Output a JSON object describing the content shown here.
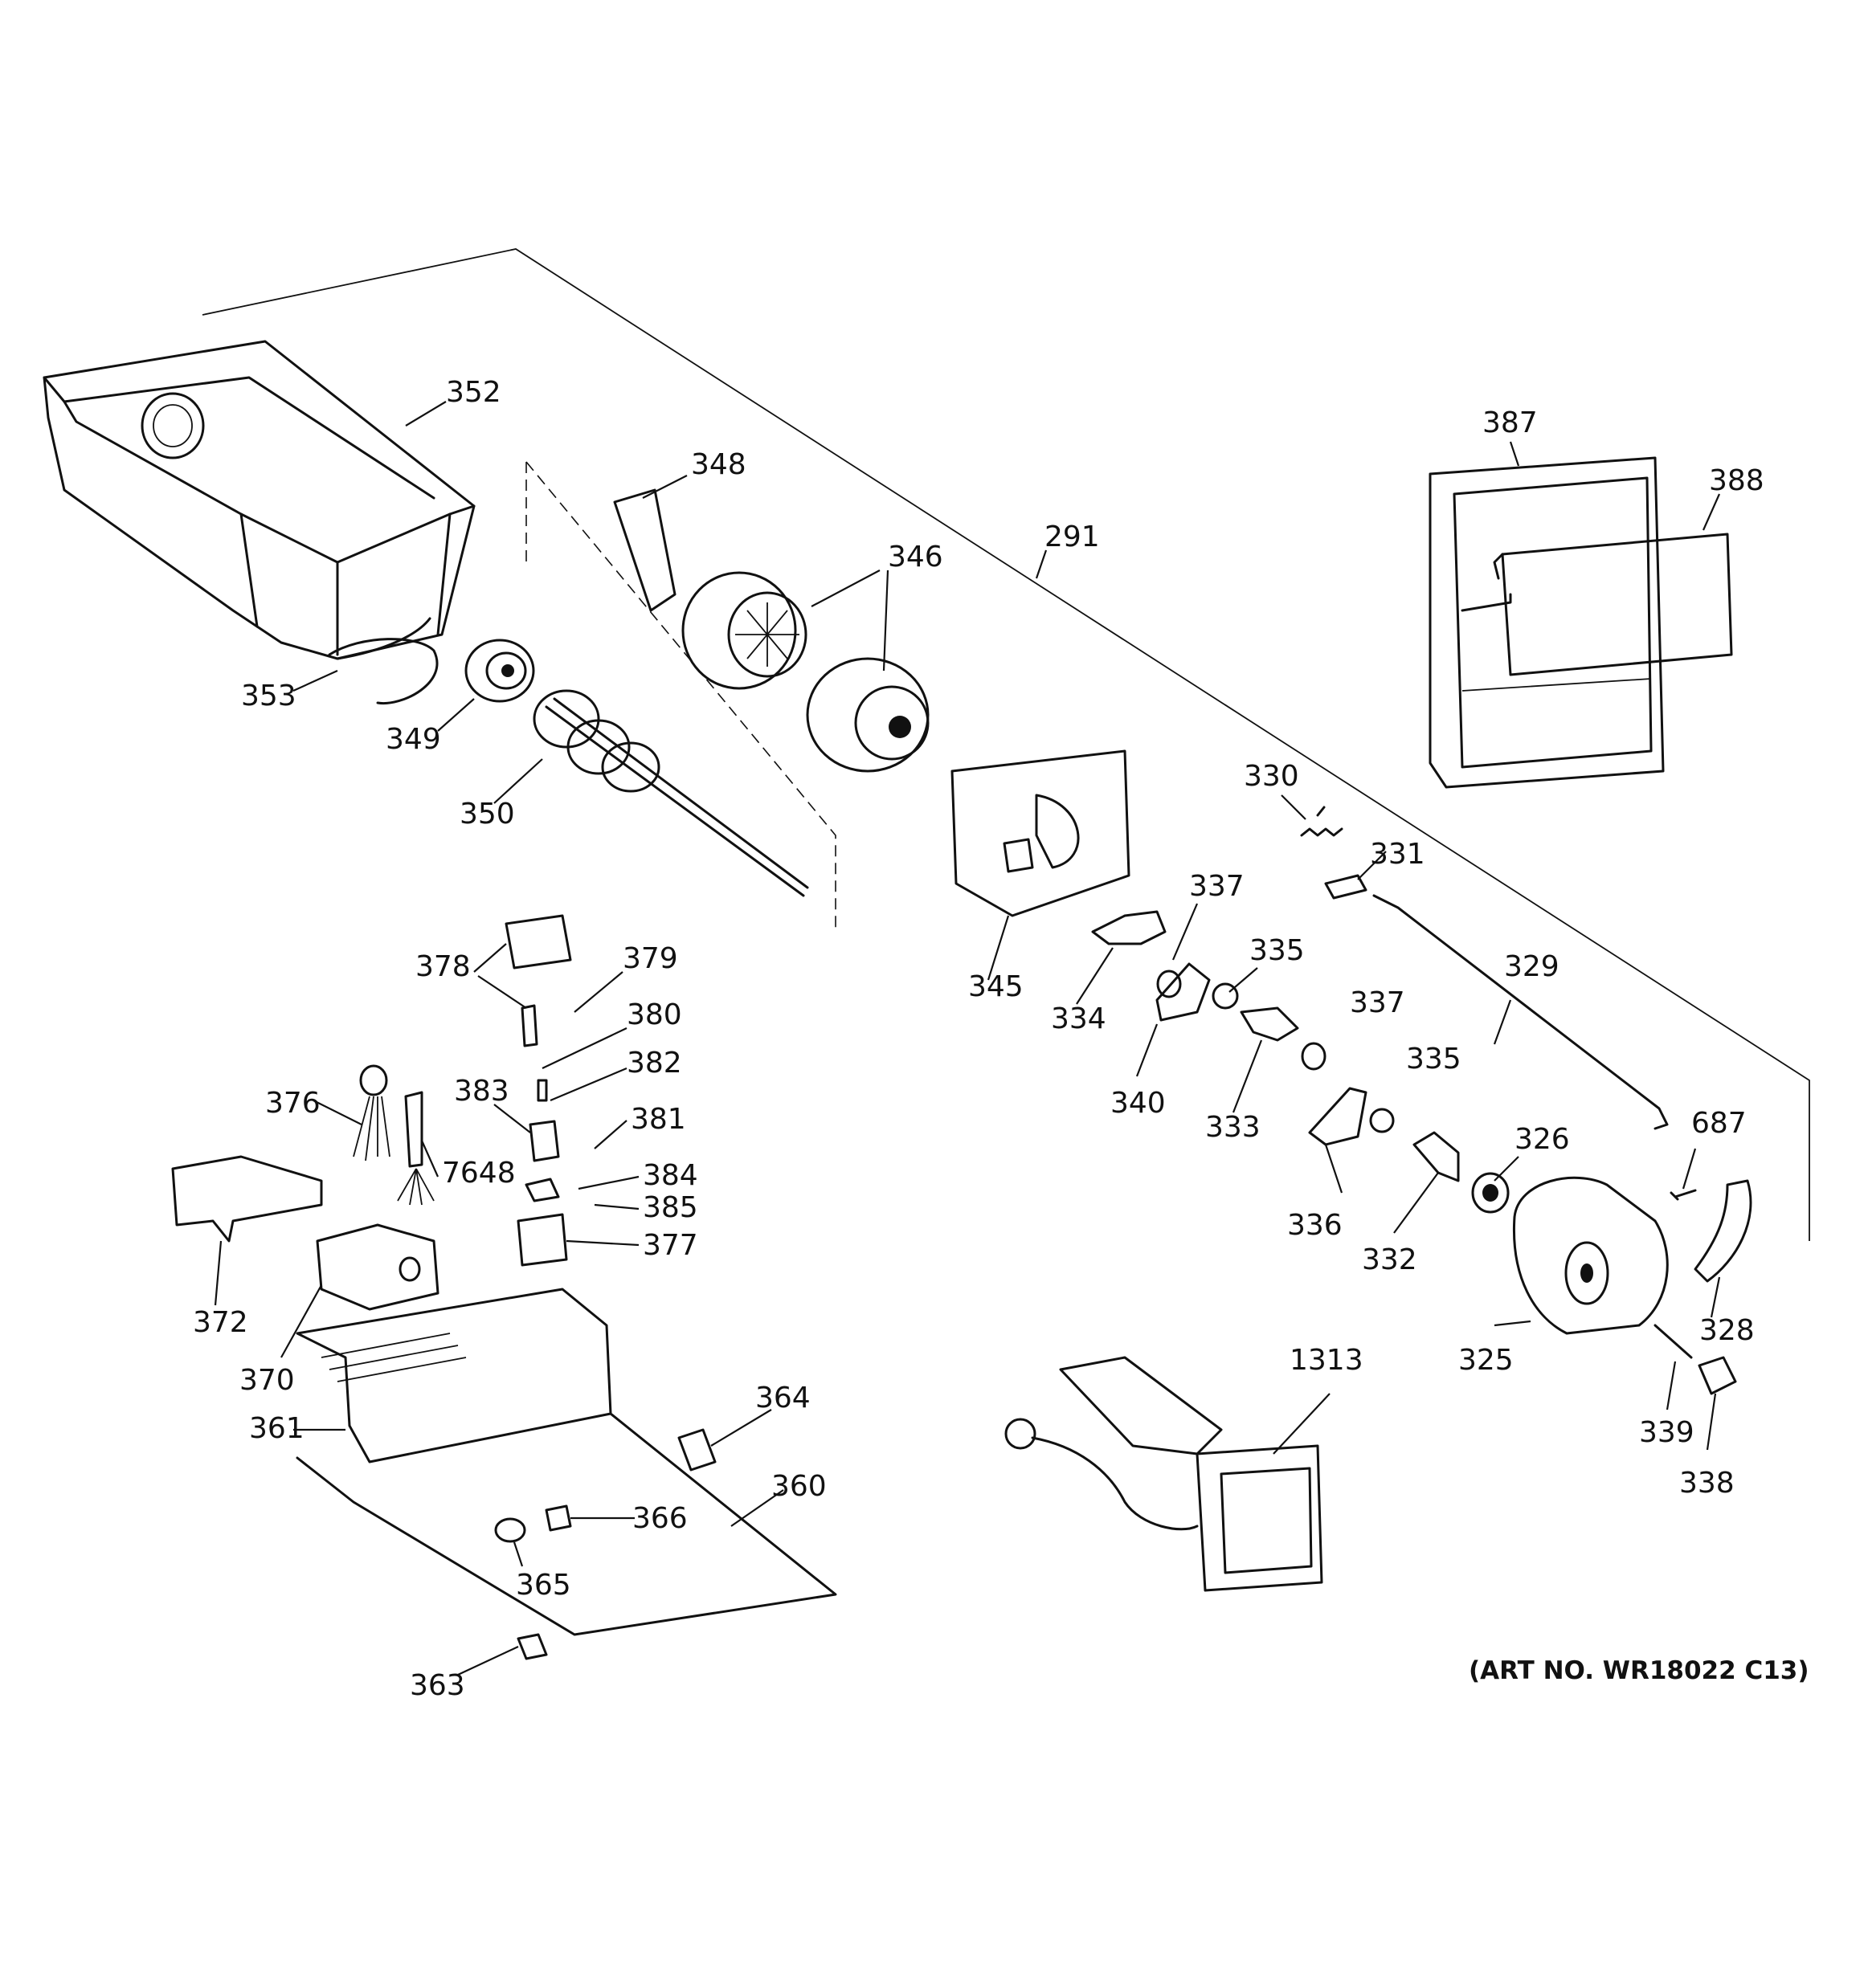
{
  "art_number": "(ART NO. WR18022 C13)",
  "callouts": [
    "352",
    "348",
    "346",
    "291",
    "387",
    "388",
    "353",
    "349",
    "350",
    "330",
    "331",
    "337",
    "335",
    "329",
    "378",
    "379",
    "380",
    "382",
    "383",
    "381",
    "384",
    "385",
    "377",
    "376",
    "7648",
    "372",
    "370",
    "361",
    "364",
    "360",
    "366",
    "365",
    "363",
    "345",
    "334",
    "340",
    "333",
    "336",
    "332",
    "326",
    "687",
    "325",
    "328",
    "339",
    "338",
    "1313"
  ]
}
